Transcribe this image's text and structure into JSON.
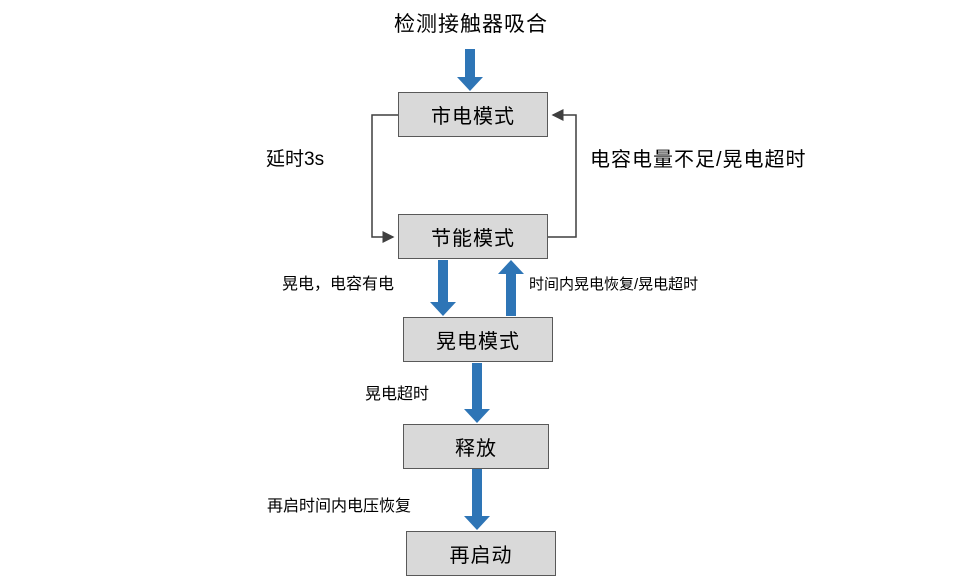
{
  "title": "检测接触器吸合",
  "nodes": {
    "mains": "市电模式",
    "saving": "节能模式",
    "dip": "晃电模式",
    "release": "释放",
    "restart": "再启动"
  },
  "edges": {
    "delay_3s": "延时3s",
    "cap_insufficient": "电容电量不足/晃电超时",
    "dip_with_cap": "晃电，电容有电",
    "dip_recover": "时间内晃电恢复/晃电超时",
    "dip_timeout": "晃电超时",
    "voltage_recover": "再启时间内电压恢复"
  },
  "colors": {
    "arrow_blue": "#2E75B6",
    "box_fill": "#D9D9D9",
    "box_border": "#595959",
    "line": "#3F3F3F",
    "text": "#000000"
  }
}
